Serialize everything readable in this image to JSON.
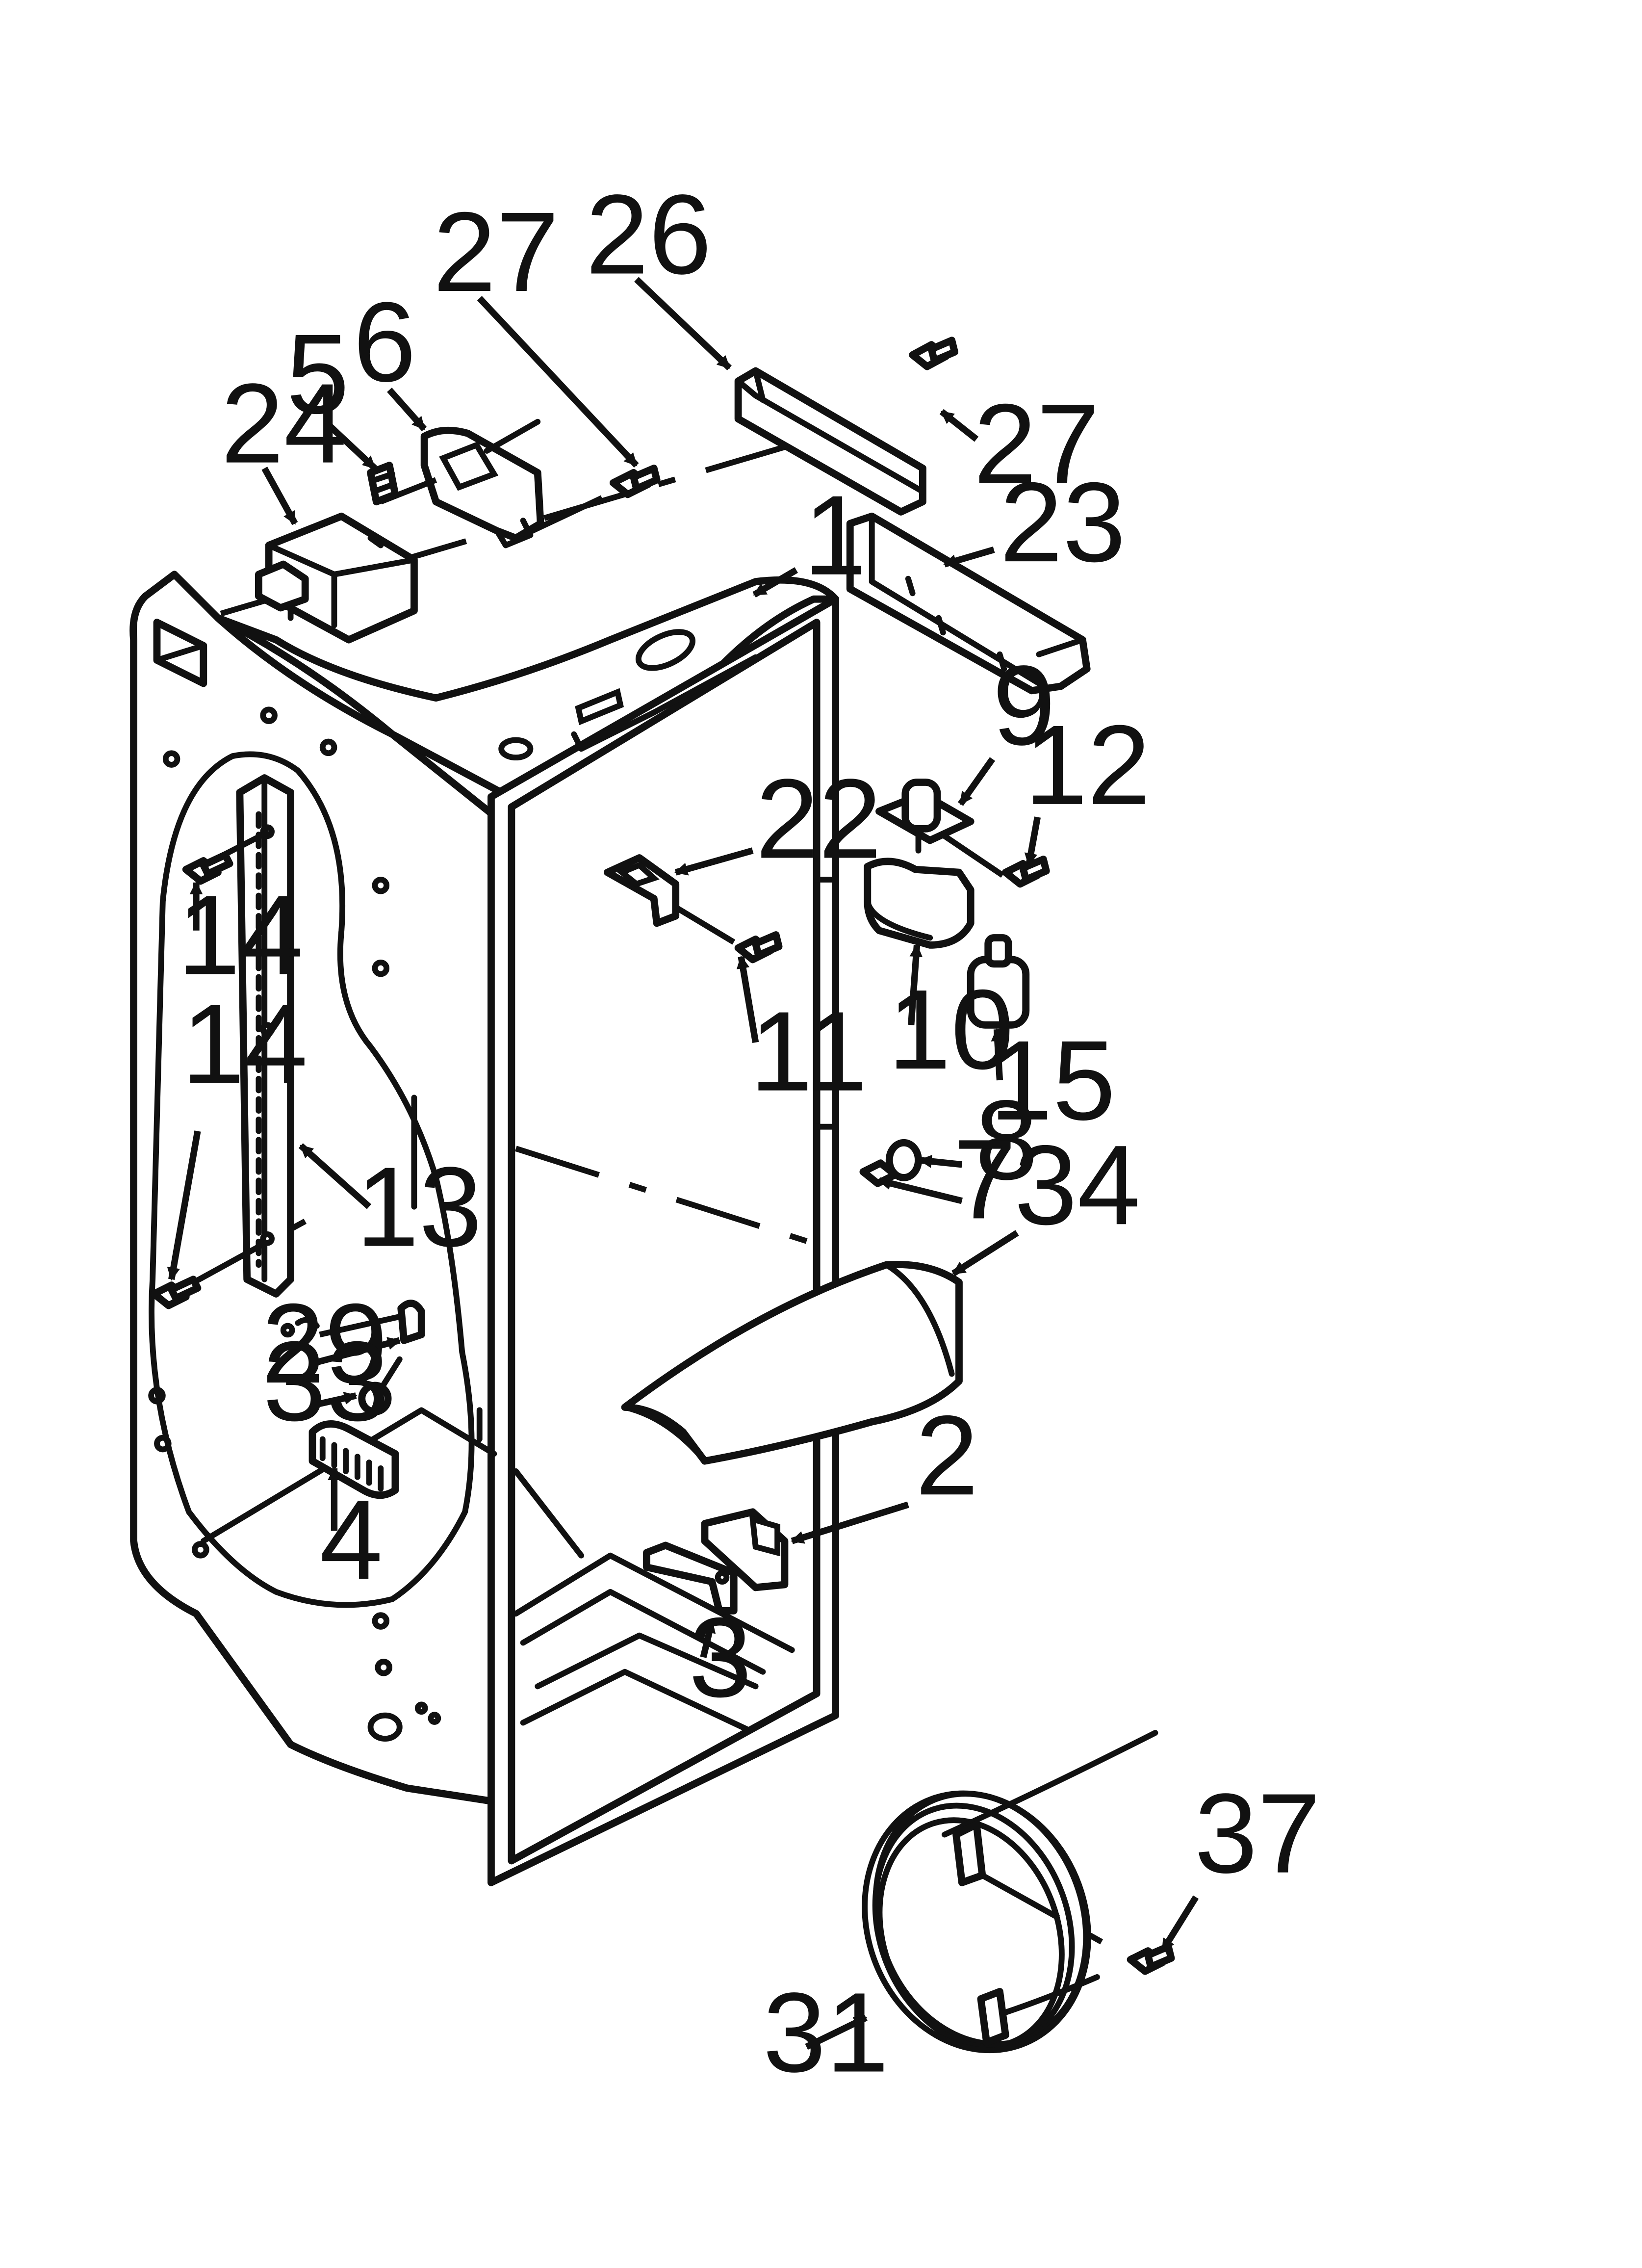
{
  "diagram": {
    "callouts": [
      {
        "id": "c27a",
        "text": "27",
        "part": "screw"
      },
      {
        "id": "c26",
        "text": "26",
        "part": "rail"
      },
      {
        "id": "c6",
        "text": "6",
        "part": "bracket"
      },
      {
        "id": "c5",
        "text": "5",
        "part": "clip"
      },
      {
        "id": "c24",
        "text": "24",
        "part": "control-housing"
      },
      {
        "id": "c27b",
        "text": "27",
        "part": "screw"
      },
      {
        "id": "c23",
        "text": "23",
        "part": "rail"
      },
      {
        "id": "c1",
        "text": "1",
        "part": "liner"
      },
      {
        "id": "c9",
        "text": "9",
        "part": "valve"
      },
      {
        "id": "c12",
        "text": "12",
        "part": "screw"
      },
      {
        "id": "c22",
        "text": "22",
        "part": "bracket"
      },
      {
        "id": "c14a",
        "text": "14",
        "part": "screw"
      },
      {
        "id": "c11",
        "text": "11",
        "part": "screw"
      },
      {
        "id": "c10",
        "text": "10",
        "part": "cover"
      },
      {
        "id": "c15",
        "text": "15",
        "part": "filter"
      },
      {
        "id": "c14b",
        "text": "14",
        "part": "screw"
      },
      {
        "id": "c13",
        "text": "13",
        "part": "rail"
      },
      {
        "id": "c8",
        "text": "8",
        "part": "washer"
      },
      {
        "id": "c7",
        "text": "7",
        "part": "screw"
      },
      {
        "id": "c34",
        "text": "34",
        "part": "cover"
      },
      {
        "id": "c29",
        "text": "29",
        "part": "socket"
      },
      {
        "id": "c33",
        "text": "33",
        "part": "bulb"
      },
      {
        "id": "c4",
        "text": "4",
        "part": "grille"
      },
      {
        "id": "c2",
        "text": "2",
        "part": "bracket"
      },
      {
        "id": "c3",
        "text": "3",
        "part": "bracket"
      },
      {
        "id": "c37",
        "text": "37",
        "part": "screw"
      },
      {
        "id": "c31",
        "text": "31",
        "part": "tubing"
      }
    ]
  }
}
